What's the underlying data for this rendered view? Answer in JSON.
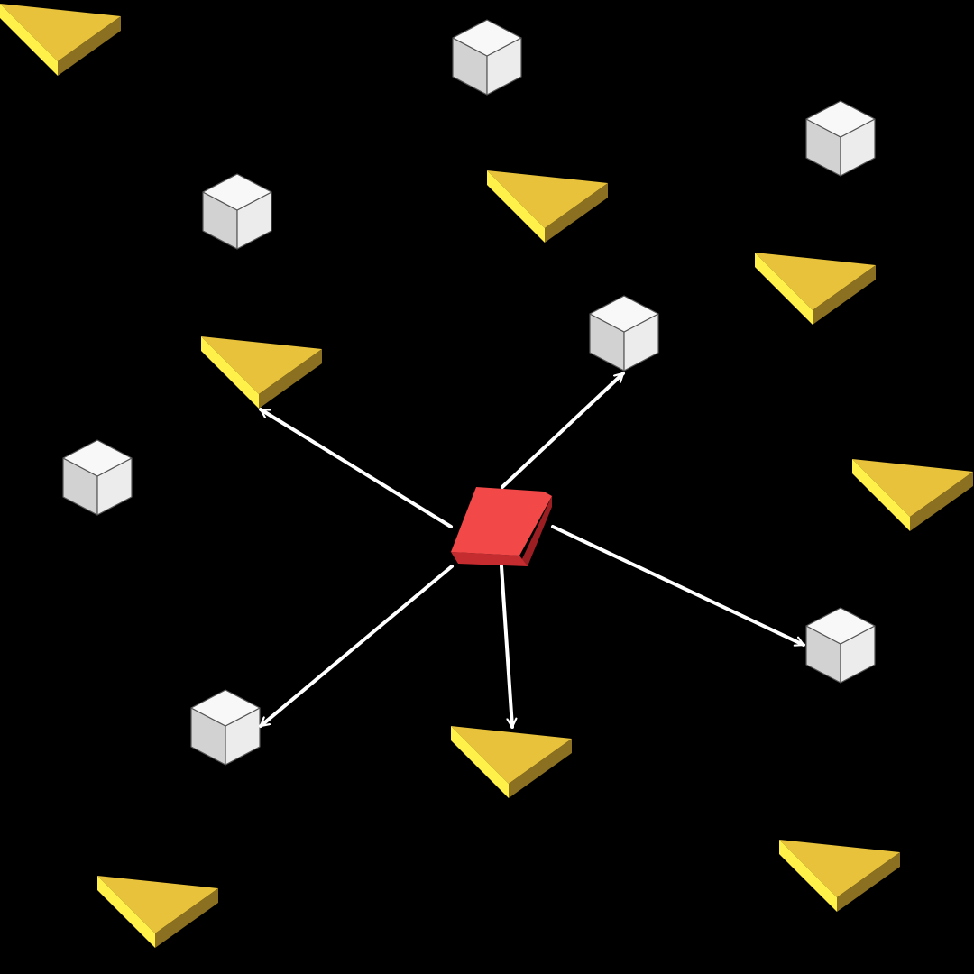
{
  "scene": {
    "background": "#000000",
    "arrow_color": "#ffffff"
  },
  "colors": {
    "center_top": "#f24848",
    "center_side": "#9a1e22",
    "center_front": "#c52c30",
    "cube_top": "#f8f8f8",
    "cube_left": "#d2d2d2",
    "cube_right": "#ececec",
    "cube_edge": "#555555",
    "wedge_top": "#e8c23a",
    "wedge_left": "#fff04a",
    "wedge_right": "#8a7020"
  },
  "objects": {
    "center": {
      "shape": "red-cube",
      "icon": "red-cube-icon"
    },
    "cubes": [
      {
        "id": "cube-1",
        "icon": "white-cube-icon"
      },
      {
        "id": "cube-2",
        "icon": "white-cube-icon"
      },
      {
        "id": "cube-3",
        "icon": "white-cube-icon"
      },
      {
        "id": "cube-4",
        "icon": "white-cube-icon"
      },
      {
        "id": "cube-5",
        "icon": "white-cube-icon"
      },
      {
        "id": "cube-6",
        "icon": "white-cube-icon"
      },
      {
        "id": "cube-7",
        "icon": "white-cube-icon"
      }
    ],
    "wedges": [
      {
        "id": "wedge-1",
        "icon": "yellow-wedge-icon"
      },
      {
        "id": "wedge-2",
        "icon": "yellow-wedge-icon"
      },
      {
        "id": "wedge-3",
        "icon": "yellow-wedge-icon"
      },
      {
        "id": "wedge-4",
        "icon": "yellow-wedge-icon"
      },
      {
        "id": "wedge-5",
        "icon": "yellow-wedge-icon"
      },
      {
        "id": "wedge-6",
        "icon": "yellow-wedge-icon"
      },
      {
        "id": "wedge-7",
        "icon": "yellow-wedge-icon"
      },
      {
        "id": "wedge-8",
        "icon": "yellow-wedge-icon"
      }
    ]
  },
  "arrows": [
    {
      "from": "center",
      "to": "cube-4"
    },
    {
      "from": "center",
      "to": "wedge-4"
    },
    {
      "from": "center",
      "to": "cube-6"
    },
    {
      "from": "center",
      "to": "cube-7"
    },
    {
      "from": "center",
      "to": "wedge-6"
    }
  ]
}
